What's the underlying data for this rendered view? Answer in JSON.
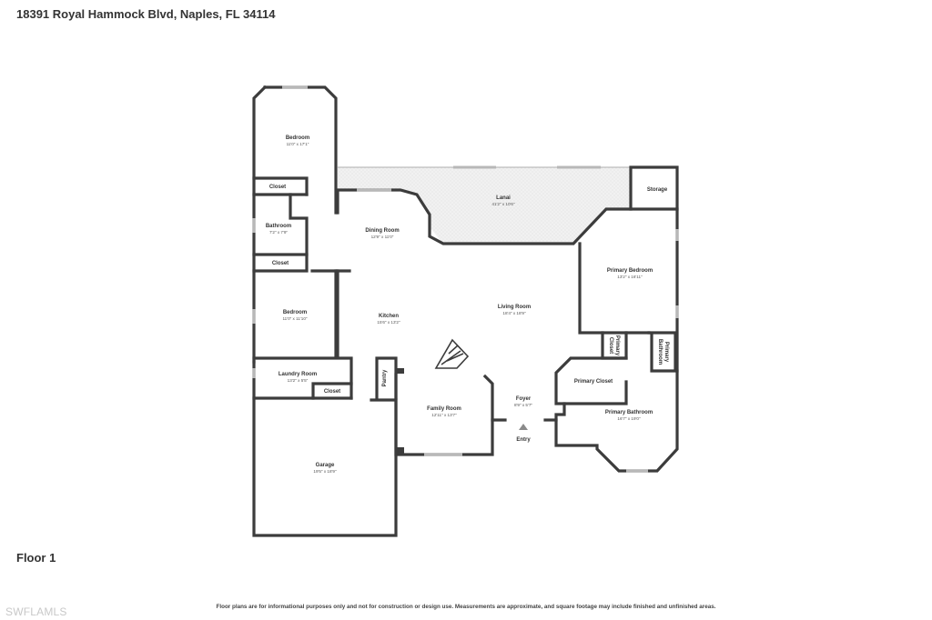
{
  "header": {
    "address": "18391 Royal Hammock Blvd, Naples, FL 34114"
  },
  "floor": {
    "label": "Floor 1"
  },
  "footer": {
    "disclaimer": "Floor plans are for informational purposes only and not for construction or design use. Measurements are approximate, and square footage may include finished and unfinished areas.",
    "watermark": "SWFLAMLS"
  },
  "rooms": {
    "bedroom_top": {
      "name": "Bedroom",
      "dim": "11'0\" x 17'1\""
    },
    "closet_top": {
      "name": "Closet"
    },
    "bathroom": {
      "name": "Bathroom",
      "dim": "7'2\" x 7'9\""
    },
    "closet_mid": {
      "name": "Closet"
    },
    "bedroom_mid": {
      "name": "Bedroom",
      "dim": "11'0\" x 11'10\""
    },
    "laundry": {
      "name": "Laundry Room",
      "dim": "13'2\" x 5'5\""
    },
    "closet_laundry": {
      "name": "Closet"
    },
    "garage": {
      "name": "Garage",
      "dim": "19'5\" x 18'9\""
    },
    "dining": {
      "name": "Dining Room",
      "dim": "12'9\" x 11'0\""
    },
    "kitchen": {
      "name": "Kitchen",
      "dim": "15'6\" x 13'2\""
    },
    "pantry": {
      "name": "Pantry"
    },
    "lanai": {
      "name": "Lanai",
      "dim": "41'2\" x 10'6\""
    },
    "storage": {
      "name": "Storage"
    },
    "living": {
      "name": "Living Room",
      "dim": "18'4\" x 18'9\""
    },
    "family": {
      "name": "Family Room",
      "dim": "12'11\" x 13'7\""
    },
    "foyer": {
      "name": "Foyer",
      "dim": "8'9\" x 5'7\""
    },
    "entry": {
      "name": "Entry"
    },
    "primary_bedroom": {
      "name": "Primary Bedroom",
      "dim": "13'2\" x 16'11\""
    },
    "primary_closet_small": {
      "name_1": "Primary",
      "name_2": "Closet"
    },
    "primary_bathroom_small": {
      "name_1": "Primary",
      "name_2": "Bathroom"
    },
    "primary_closet": {
      "name": "Primary Closet"
    },
    "primary_bathroom": {
      "name": "Primary Bathroom",
      "dim": "16'7\" x 19'0\""
    }
  }
}
